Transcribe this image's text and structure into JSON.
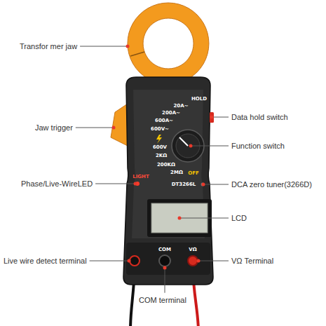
{
  "diagram": {
    "labels": [
      "Transfor mer jaw",
      "Jaw trigger",
      "Phase/Live-WireLED",
      "Live wire detect terminal",
      "COM terminal",
      "Data hold switch",
      "Function switch",
      "DCA zero tuner(3266D)",
      "LCD",
      "VΩ Terminal",
      "HOLD",
      "20A~",
      "200A~",
      "600A~",
      "600V~",
      "600V",
      "2KΩ",
      "200KΩ",
      "2MΩ",
      "OFF",
      "LIGHT",
      "DT3266L",
      "COM",
      "VΩ"
    ]
  }
}
